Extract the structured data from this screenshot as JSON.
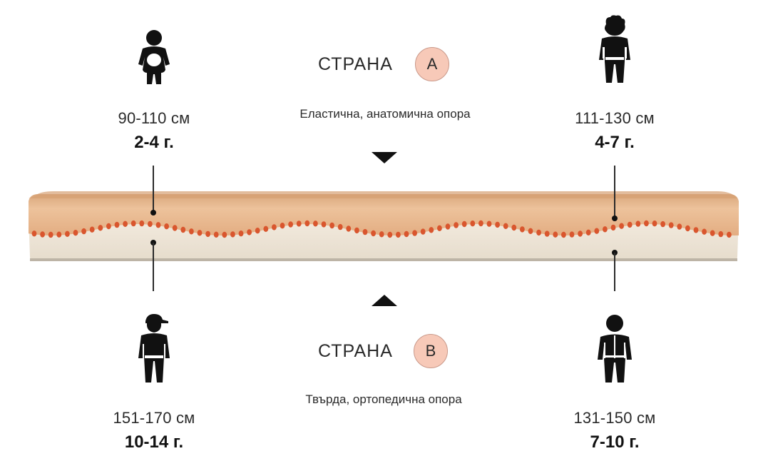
{
  "side_a": {
    "word": "СТРАНА",
    "letter": "A",
    "description": "Еластична, анатомична опора",
    "badge_color": "#f7c9b8"
  },
  "side_b": {
    "word": "СТРАНА",
    "letter": "B",
    "description": "Твърда, ортопедична опора",
    "badge_color": "#f7c9b8"
  },
  "groups": [
    {
      "height": "90-110 см",
      "age": "2-4 г.",
      "icon": "toddler-icon"
    },
    {
      "height": "111-130 см",
      "age": "4-7 г.",
      "icon": "child-curly-hair-icon"
    },
    {
      "height": "151-170 см",
      "age": "10-14 г.",
      "icon": "teen-cap-icon"
    },
    {
      "height": "131-150 см",
      "age": "7-10 г.",
      "icon": "child-jacket-icon"
    }
  ],
  "colors": {
    "top_layer": "#e7b58c",
    "top_layer_shadow": "#c98e60",
    "bottom_layer": "#efe5d6",
    "wave_dots": "#d9562e",
    "text": "#2a2a2a"
  }
}
